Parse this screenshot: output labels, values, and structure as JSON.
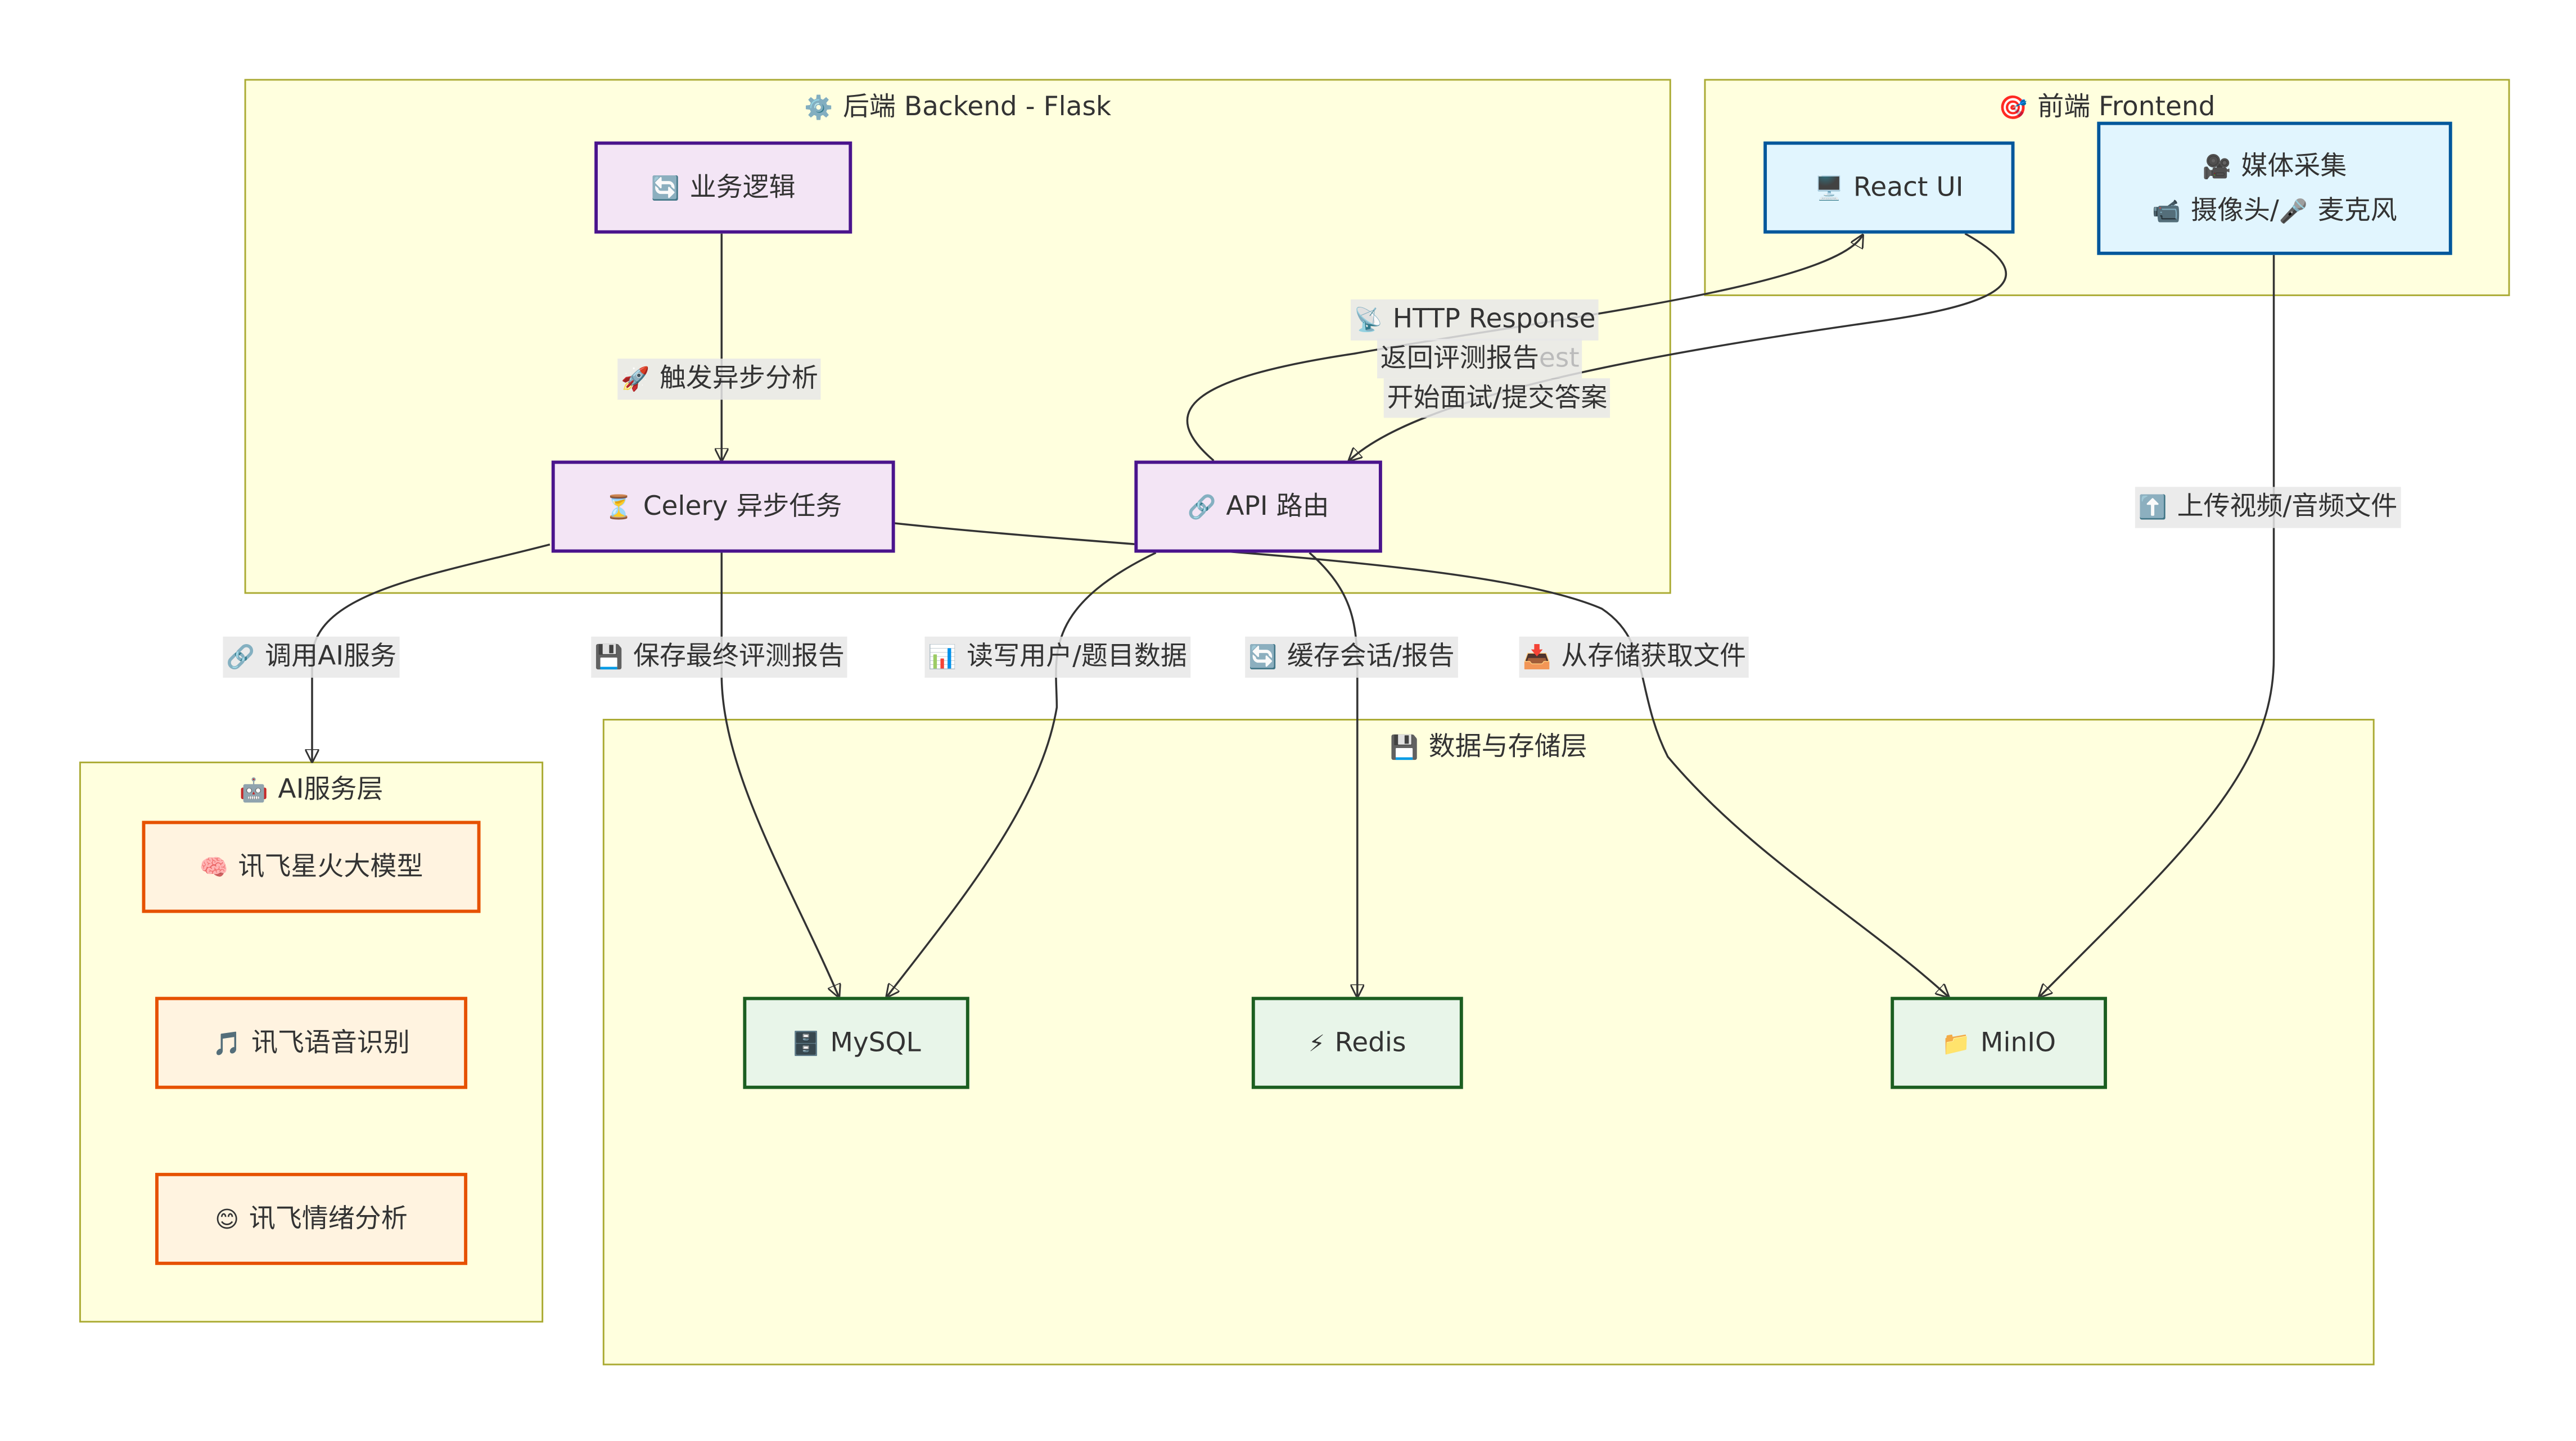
{
  "clusters": {
    "backend": {
      "title": "后端 Backend - Flask",
      "icon": "gear-icon"
    },
    "frontend": {
      "title": "前端 Frontend",
      "icon": "target-icon"
    },
    "ai": {
      "title": "AI服务层",
      "icon": "robot-icon"
    },
    "storage": {
      "title": "数据与存储层",
      "icon": "floppy-disk-icon"
    }
  },
  "nodes": {
    "business_logic": {
      "label": "业务逻辑",
      "icon": "refresh-icon"
    },
    "celery": {
      "label": "Celery 异步任务",
      "icon": "hourglass-icon"
    },
    "api_route": {
      "label": "API 路由",
      "icon": "link-icon"
    },
    "react_ui": {
      "label": "React UI",
      "icon": "monitor-icon"
    },
    "media_capture": {
      "label": "媒体采集",
      "sublabel": "摄像头/",
      "sublabel2": "麦克风",
      "icon": "camera-icon"
    },
    "spark_llm": {
      "label": "讯飞星火大模型",
      "icon": "brain-icon"
    },
    "speech_recognition": {
      "label": "讯飞语音识别",
      "icon": "music-note-icon"
    },
    "emotion_analysis": {
      "label": "讯飞情绪分析",
      "icon": "smile-icon"
    },
    "mysql": {
      "label": "MySQL",
      "icon": "cabinet-icon"
    },
    "redis": {
      "label": "Redis",
      "icon": "lightning-icon"
    },
    "minio": {
      "label": "MinIO",
      "icon": "folder-icon"
    }
  },
  "edges": {
    "trigger_async": "触发异步分析",
    "http_response": "HTTP Response",
    "return_report": "返回评测报告",
    "request_overlap": "est",
    "start_interview": "开始面试/提交答案",
    "upload_media": "上传视频/音频文件",
    "call_ai": "调用AI服务",
    "save_report": "保存最终评测报告",
    "read_write_data": "读写用户/题目数据",
    "cache_session": "缓存会话/报告",
    "fetch_storage": "从存储获取文件"
  }
}
